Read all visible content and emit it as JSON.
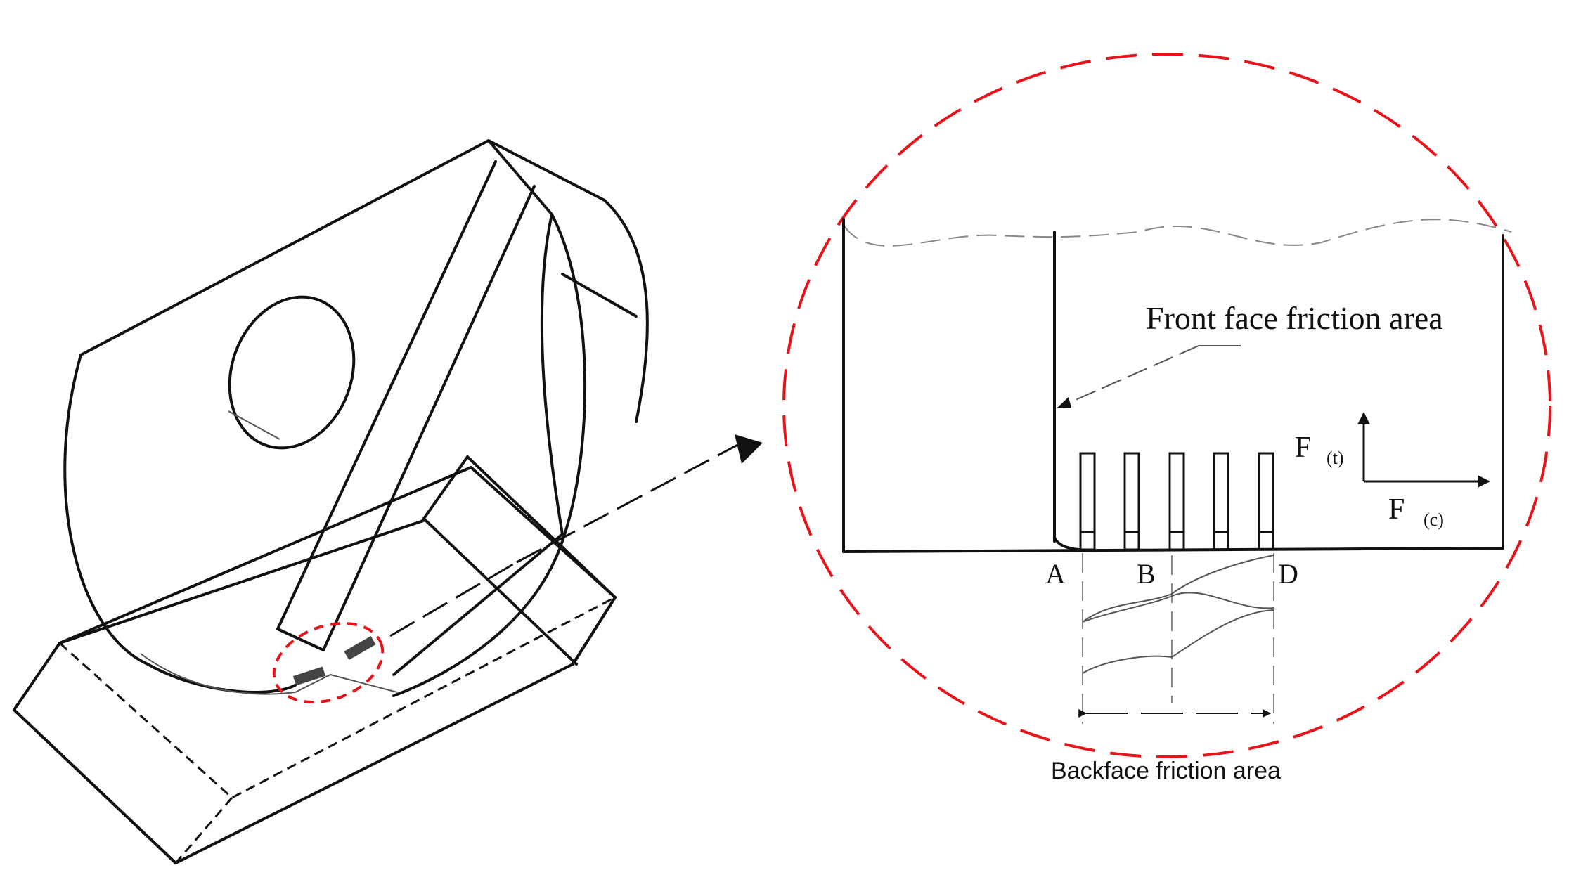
{
  "colors": {
    "highlight": "#e8141c",
    "line": "#111111"
  },
  "labels": {
    "front_face": "Front face friction area",
    "force_thrust": "F",
    "force_thrust_sub": "(t)",
    "force_cutting": "F",
    "force_cutting_sub": "(c)",
    "point_a": "A",
    "point_b": "B",
    "point_d": "D",
    "backface": "Backface friction area"
  }
}
